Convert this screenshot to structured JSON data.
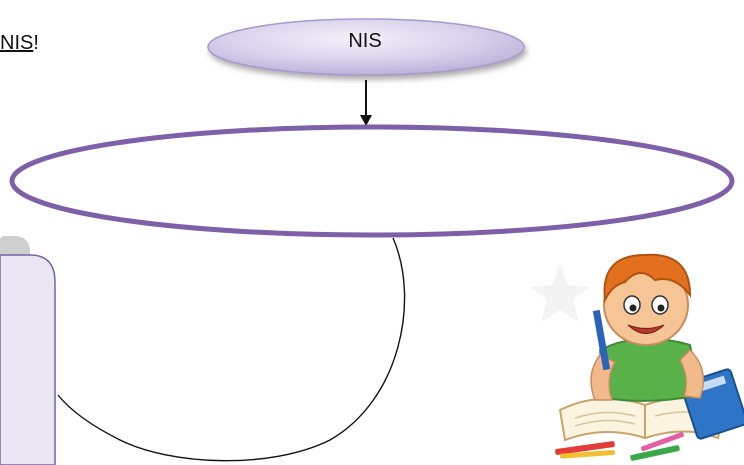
{
  "heading": {
    "text_prefix": " ",
    "underlined": "NIS",
    "suffix": "!"
  },
  "top_node": {
    "label": "NIS"
  },
  "colors": {
    "node_fill": "#cdc4e3",
    "node_stroke": "#9b8fc4",
    "ellipse_stroke": "#7d60a8",
    "box_fill": "#ebe6f3",
    "box_stroke": "#7d60a8",
    "arrow": "#111111",
    "curve": "#111111"
  },
  "illustration": {
    "subject": "boy-reading-books-clipart"
  }
}
